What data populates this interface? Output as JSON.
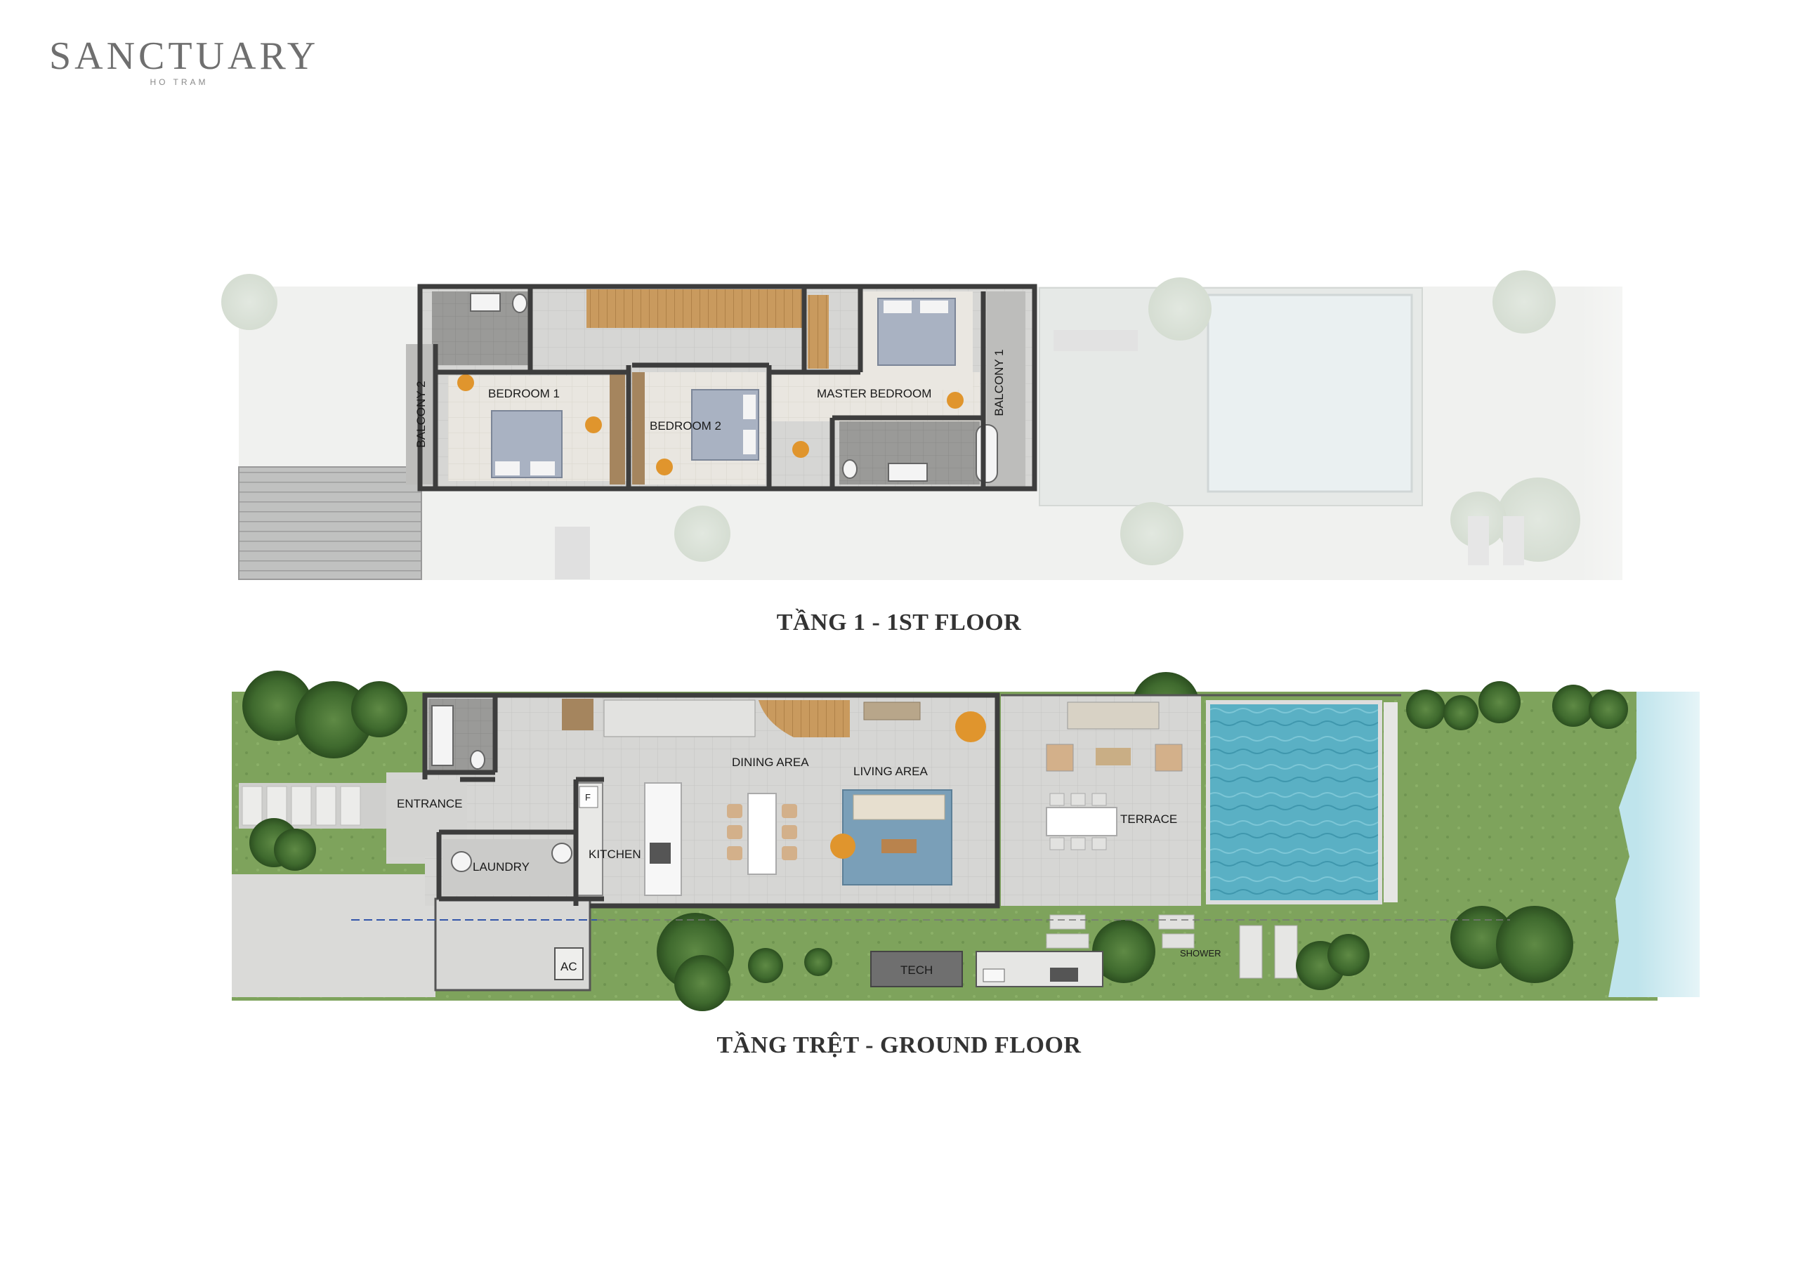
{
  "brand": {
    "name": "SANCTUARY",
    "sub": "HO TRAM"
  },
  "floors": {
    "first": {
      "caption": "TẦNG 1 - 1ST FLOOR",
      "rooms": {
        "bedroom1": "BEDROOM 1",
        "bedroom2": "BEDROOM 2",
        "master": "MASTER BEDROOM",
        "balcony1": "BALCONY 1",
        "balcony2": "BALCONY 2"
      }
    },
    "ground": {
      "caption": "TẦNG TRỆT - GROUND FLOOR",
      "rooms": {
        "entrance": "ENTRANCE",
        "laundry": "LAUNDRY",
        "kitchen": "KITCHEN",
        "dining": "DINING AREA",
        "living": "LIVING AREA",
        "terrace": "TERRACE",
        "tech": "TECH",
        "ac": "AC",
        "shower": "SHOWER",
        "fridge": "F"
      }
    }
  },
  "colors": {
    "wall": "#3d3d3d",
    "floor_tile": "#d9d9d7",
    "bedroom_floor": "#ebe8e2",
    "wood": "#c99a5e",
    "grass": "#7ea35c",
    "pool": "#5ab0c4",
    "sea": "#bfe4ec",
    "faded": "#eef0ee"
  }
}
